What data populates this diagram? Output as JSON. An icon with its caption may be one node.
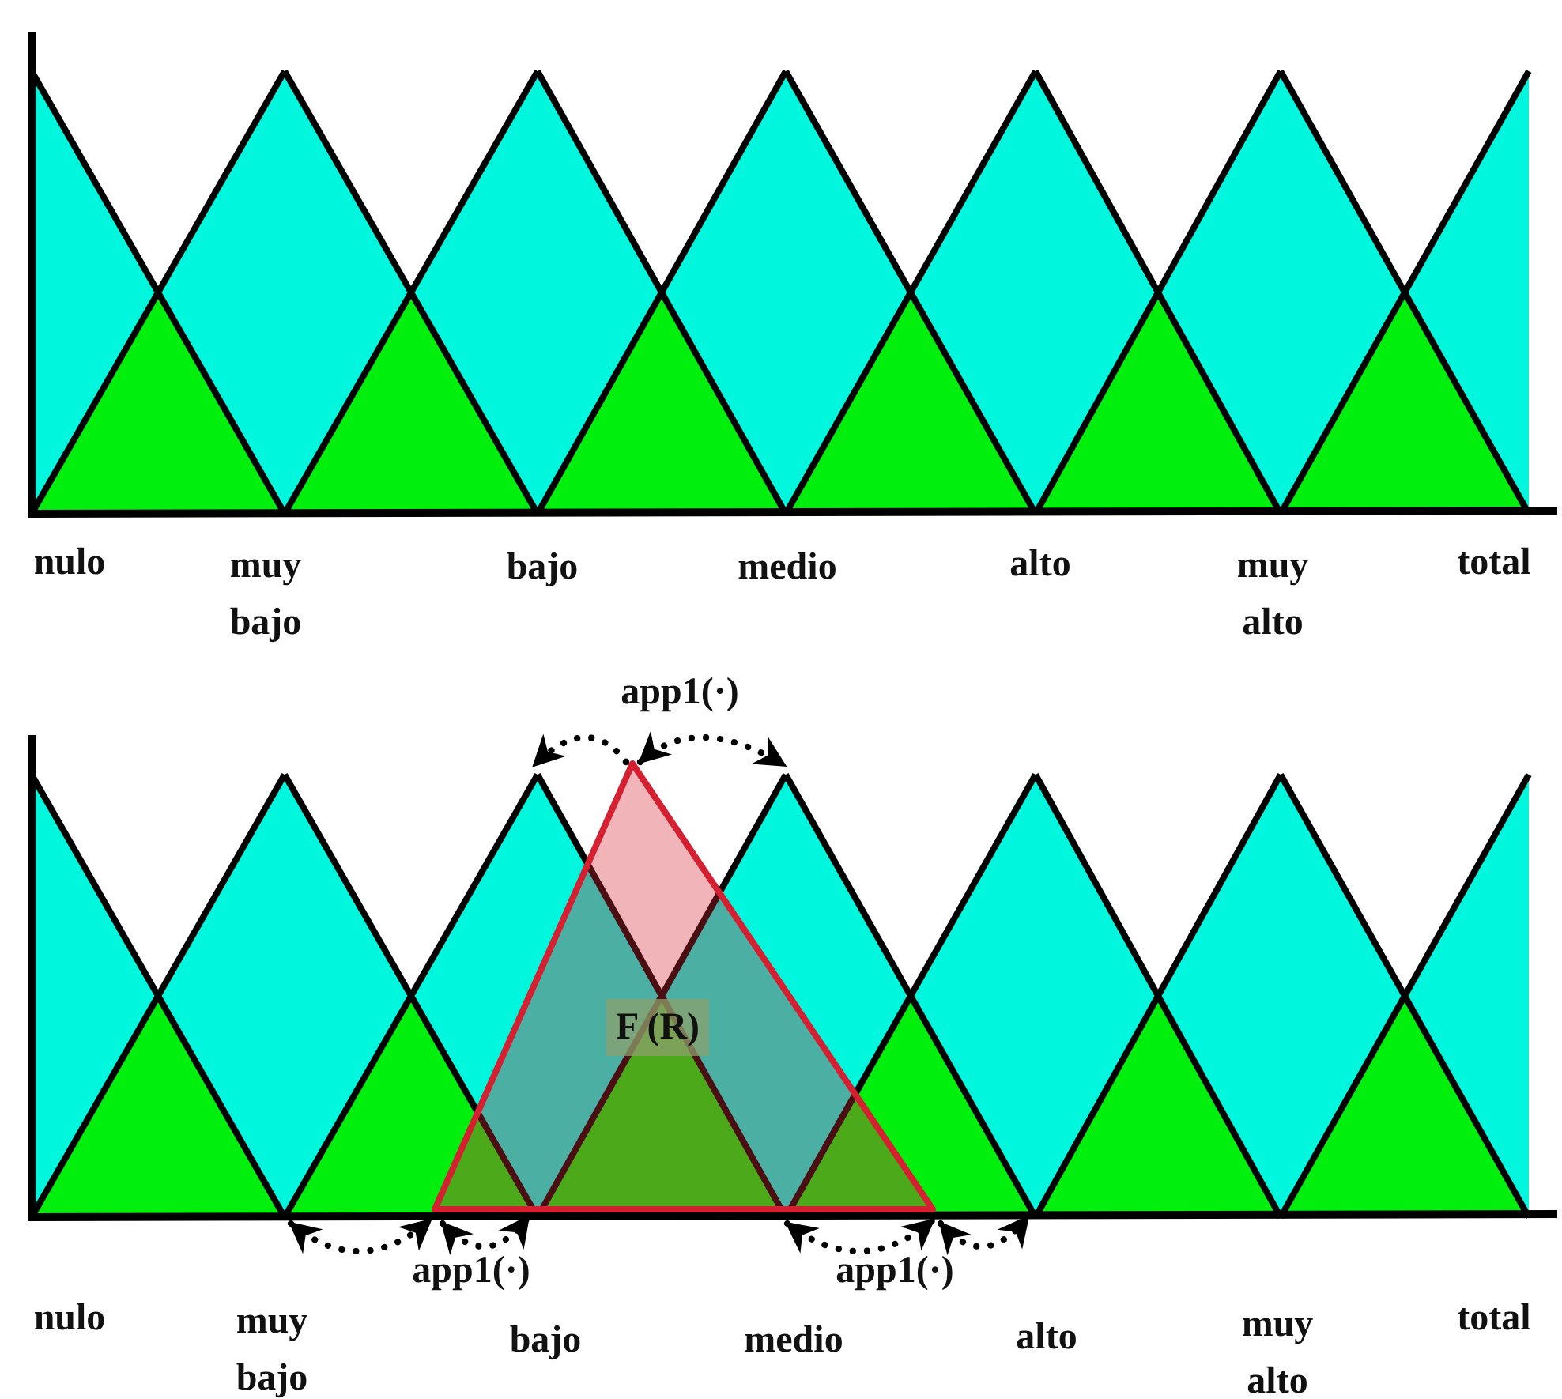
{
  "diagram": {
    "labels": [
      "nulo",
      "muy bajo",
      "bajo",
      "medio",
      "alto",
      "muy alto",
      "total",
      "app1(·)",
      "F (R)",
      "app1(·)",
      "app1(·)",
      "nulo",
      "muy bajo",
      "bajo",
      "medio",
      "alto",
      "muy alto",
      "total"
    ]
  }
}
